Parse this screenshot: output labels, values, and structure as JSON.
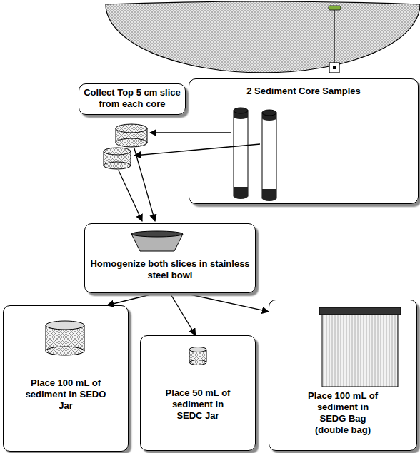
{
  "diagram": {
    "nodes": [
      {
        "text": [
          "Collect Top 5 cm slice from each core"
        ]
      },
      {
        "text": [
          "2 Sediment Core Samples"
        ]
      },
      {
        "text": [
          "Homogenize both slices in stainless steel bowl"
        ]
      },
      {
        "text": [
          "Place 100 mL of sediment in SEDO Jar"
        ]
      },
      {
        "text": [
          "Place 50 mL of sediment in SEDC Jar"
        ]
      },
      {
        "text": [
          "Place 100 mL of sediment in SEDG Bag (double bag)"
        ]
      }
    ],
    "edges": [
      {
        "from": 2,
        "to": 3,
        "arrow": "to"
      },
      {
        "from": 2,
        "to": 4,
        "arrow": "to"
      },
      {
        "from": 2,
        "to": 5,
        "arrow": "to"
      }
    ]
  }
}
